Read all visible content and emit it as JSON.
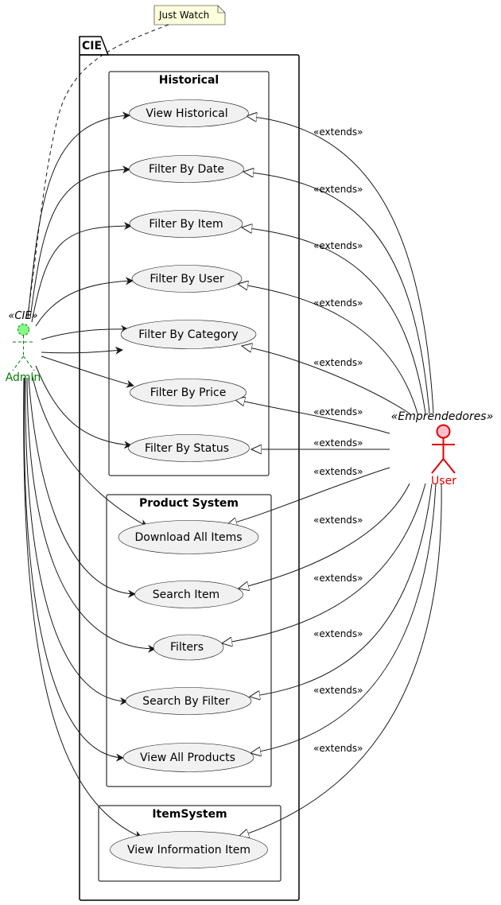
{
  "note": "Just Watch",
  "package": "CIE",
  "actors": {
    "admin": {
      "name": "Admin",
      "stereotype": "«CIE»",
      "color": "#008000",
      "fill": "#84fe84"
    },
    "user": {
      "name": "User",
      "stereotype": "«Emprendedores»",
      "color": "#e00000",
      "fill": "#ffc0cb"
    }
  },
  "groups": {
    "historical": {
      "title": "Historical"
    },
    "product": {
      "title": "Product System"
    },
    "item": {
      "title": "ItemSystem"
    }
  },
  "use_cases": [
    "View Historical",
    "Filter By Date",
    "Filter By Item",
    "Filter By User",
    "Filter By Category",
    "Filter By Price",
    "Filter By Status",
    "Download All Items",
    "Search Item",
    "Filters",
    "Search By Filter",
    "View All Products",
    "View Information Item"
  ],
  "extends_label": "«extends»"
}
